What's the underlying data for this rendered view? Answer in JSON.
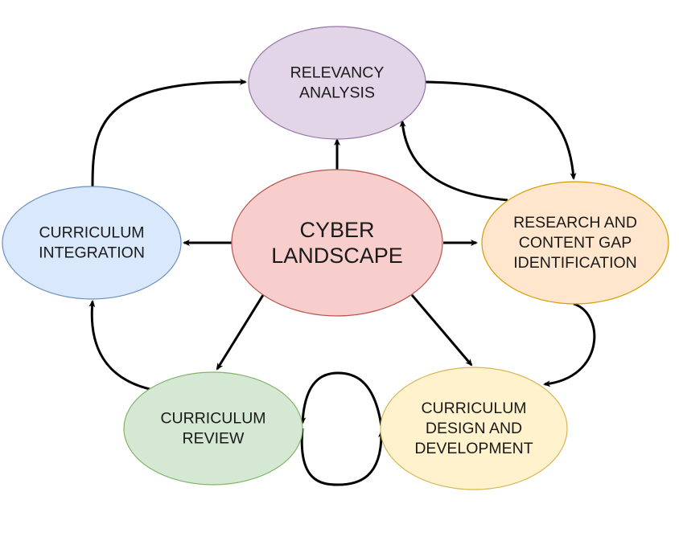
{
  "nodes": {
    "relevancy": {
      "lines": [
        "RELEVANCY",
        "ANALYSIS"
      ],
      "fill": "#e1d5e7",
      "stroke": "#9673a6"
    },
    "cyber": {
      "lines": [
        "CYBER",
        "LANDSCAPE"
      ],
      "fill": "#f8cecc",
      "stroke": "#b85450"
    },
    "integration": {
      "lines": [
        "CURRICULUM",
        "INTEGRATION"
      ],
      "fill": "#dae8fc",
      "stroke": "#6c8ebf"
    },
    "research": {
      "lines": [
        "RESEARCH AND",
        "CONTENT GAP",
        "IDENTIFICATION"
      ],
      "fill": "#ffe6cc",
      "stroke": "#d79b00"
    },
    "review": {
      "lines": [
        "CURRICULUM",
        "REVIEW"
      ],
      "fill": "#d5e8d4",
      "stroke": "#82b366"
    },
    "design": {
      "lines": [
        "CURRICULUM",
        "DESIGN AND",
        "DEVELOPMENT"
      ],
      "fill": "#fff2cc",
      "stroke": "#d6b656"
    }
  },
  "edges": [
    {
      "from": "cyber",
      "to": "relevancy"
    },
    {
      "from": "cyber",
      "to": "integration"
    },
    {
      "from": "cyber",
      "to": "research"
    },
    {
      "from": "cyber",
      "to": "review"
    },
    {
      "from": "cyber",
      "to": "design"
    },
    {
      "from": "relevancy",
      "to": "research"
    },
    {
      "from": "research",
      "to": "relevancy"
    },
    {
      "from": "research",
      "to": "design"
    },
    {
      "from": "design",
      "to": "review"
    },
    {
      "from": "review",
      "to": "design"
    },
    {
      "from": "review",
      "to": "integration"
    },
    {
      "from": "integration",
      "to": "relevancy"
    }
  ]
}
